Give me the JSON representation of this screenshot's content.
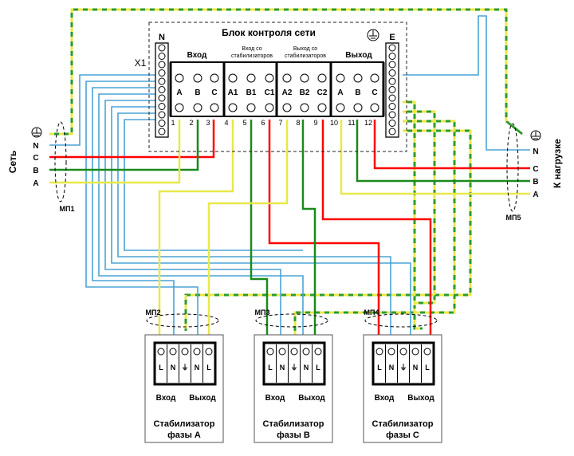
{
  "title": "Блок контроля сети",
  "colors": {
    "red": "#ff0000",
    "green": "#1a8a1a",
    "yellow": "#e8e84a",
    "blue": "#4aa3d6",
    "pe_green": "#2e9a2e",
    "pe_yellow": "#e8e84a",
    "black": "#000000",
    "box_gray": "#ffffff"
  },
  "left_side": {
    "label": "Сеть",
    "lines": [
      "N",
      "C",
      "B",
      "A"
    ],
    "bundle": "МП1"
  },
  "right_side": {
    "label": "К нагрузке",
    "lines": [
      "N",
      "C",
      "B",
      "A"
    ],
    "bundle": "МП5"
  },
  "strip_left": {
    "label_top": "N",
    "label_side": "X1"
  },
  "strip_right": {
    "label_top": "E"
  },
  "groups": {
    "input": "Вход",
    "to_stab": "Вход со стабилизаторов",
    "from_stab": "Выход со стабилизаторов",
    "output": "Выход"
  },
  "terminals": [
    {
      "label": "A",
      "num": "1"
    },
    {
      "label": "B",
      "num": "2"
    },
    {
      "label": "C",
      "num": "3"
    },
    {
      "label": "A1",
      "num": "4"
    },
    {
      "label": "B1",
      "num": "5"
    },
    {
      "label": "C1",
      "num": "6"
    },
    {
      "label": "A2",
      "num": "7"
    },
    {
      "label": "B2",
      "num": "8"
    },
    {
      "label": "C2",
      "num": "9"
    },
    {
      "label": "A",
      "num": "10"
    },
    {
      "label": "B",
      "num": "11"
    },
    {
      "label": "C",
      "num": "12"
    }
  ],
  "stabilizers": [
    {
      "bundle": "МП2",
      "title": "Стабилизатор",
      "subtitle": "фазы А",
      "in": "Вход",
      "out": "Выход",
      "cells": [
        "L",
        "N",
        "⏚",
        "N",
        "L"
      ]
    },
    {
      "bundle": "МП3",
      "title": "Стабилизатор",
      "subtitle": "фазы В",
      "in": "Вход",
      "out": "Выход",
      "cells": [
        "L",
        "N",
        "⏚",
        "N",
        "L"
      ]
    },
    {
      "bundle": "МП4",
      "title": "Стабилизатор",
      "subtitle": "фазы С",
      "in": "Вход",
      "out": "Выход",
      "cells": [
        "L",
        "N",
        "⏚",
        "N",
        "L"
      ]
    }
  ]
}
